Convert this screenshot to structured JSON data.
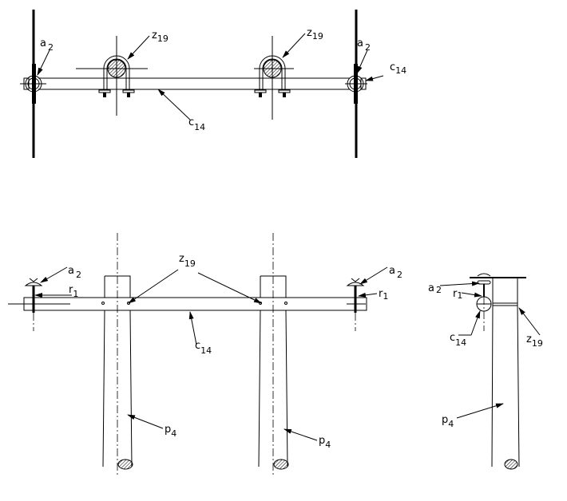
{
  "labels": {
    "a": {
      "base": "a",
      "sub": "2"
    },
    "z": {
      "base": "z",
      "sub": "19"
    },
    "c": {
      "base": "c",
      "sub": "14"
    },
    "r": {
      "base": "r",
      "sub": "1"
    },
    "p": {
      "base": "p",
      "sub": "4"
    }
  }
}
